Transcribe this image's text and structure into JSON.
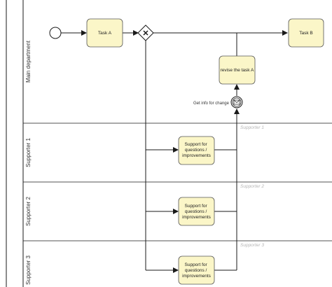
{
  "lanes": {
    "main": {
      "label": "Main department"
    },
    "sup1": {
      "label": "Supporter 1",
      "watermark": "Supporter 1"
    },
    "sup2": {
      "label": "Supporter 2",
      "watermark": "Supporter 2"
    },
    "sup3": {
      "label": "Supporter 3",
      "watermark": "Supporter 3"
    }
  },
  "tasks": {
    "task_a": "Task A",
    "task_b": "Task B",
    "revise": "revise the task A",
    "support1": [
      "Support for",
      "questions /",
      "improvements"
    ],
    "support2": [
      "Support for",
      "questions /",
      "improvements"
    ],
    "support3": [
      "Support for",
      "questions /",
      "improvements"
    ]
  },
  "events": {
    "get_info": "Get info for change"
  },
  "colors": {
    "task_fill": "#fbf6c8",
    "lane_border": "#1a1a1a",
    "watermark": "#b5b5b5"
  }
}
